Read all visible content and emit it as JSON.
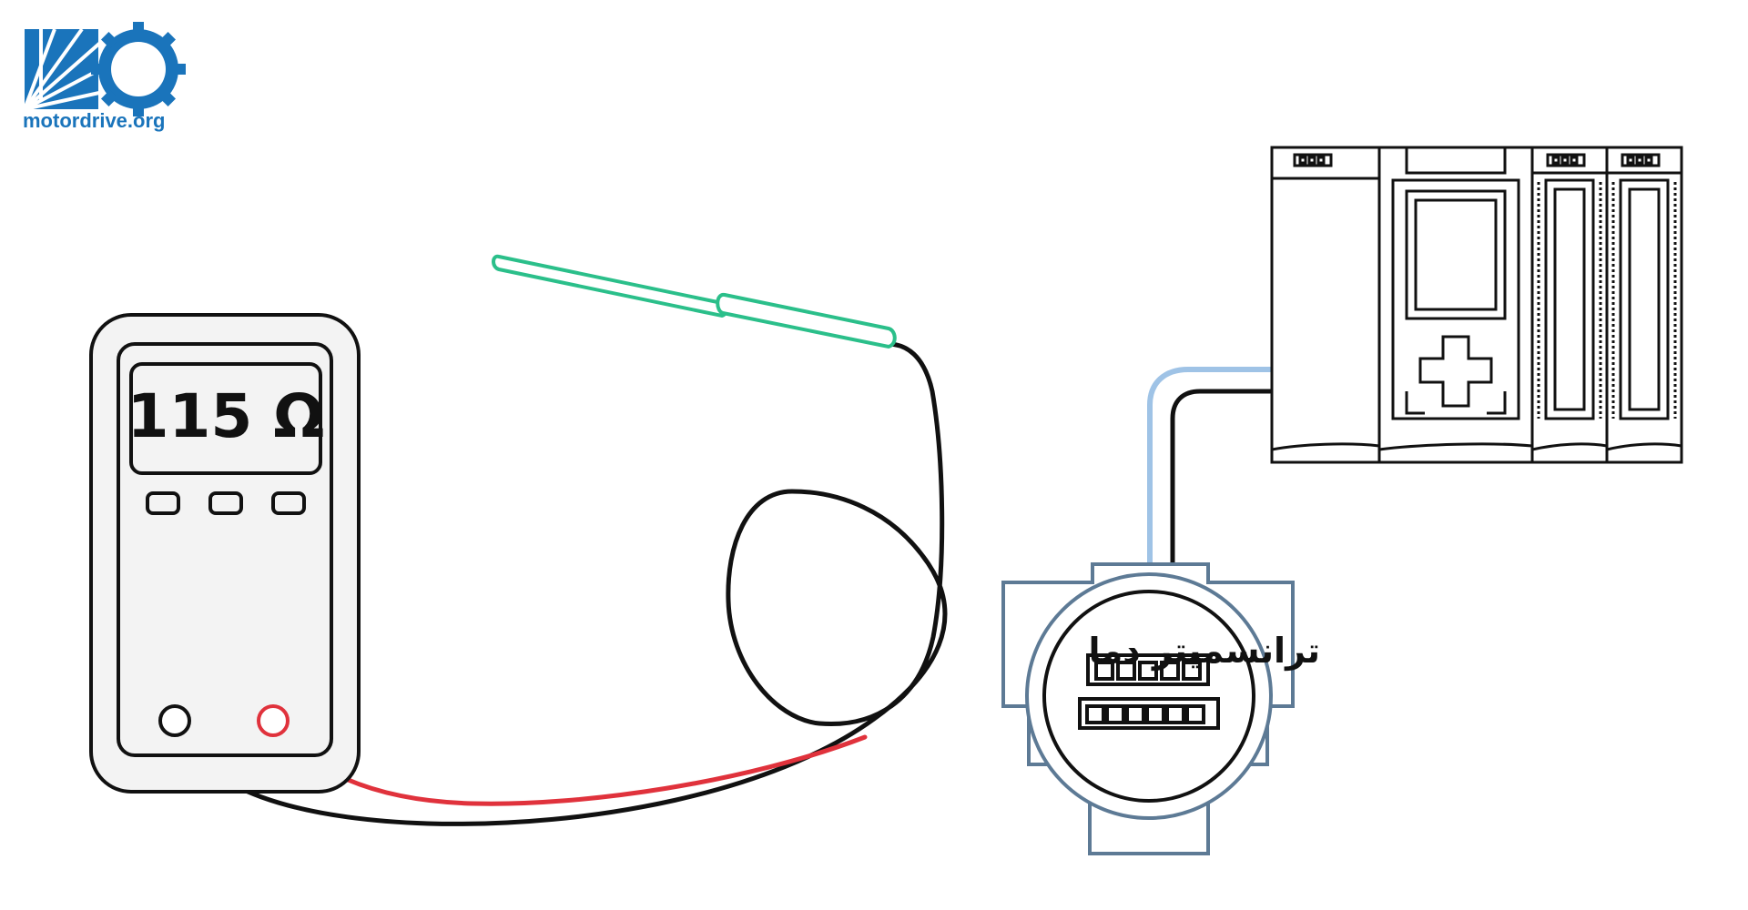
{
  "logo": {
    "text": "motordrive.org"
  },
  "multimeter": {
    "reading": "115 Ω"
  },
  "transmitter": {
    "label": "ترانسمیتر دما"
  },
  "colors": {
    "logo_blue": "#1a74bb",
    "probe_green": "#2bbf8a",
    "red_lead": "#e0323c",
    "black_lead": "#111111",
    "signal_blue": "#9fc3e6",
    "housing_gray": "#5d7a95",
    "meter_body": "#f3f3f3"
  }
}
